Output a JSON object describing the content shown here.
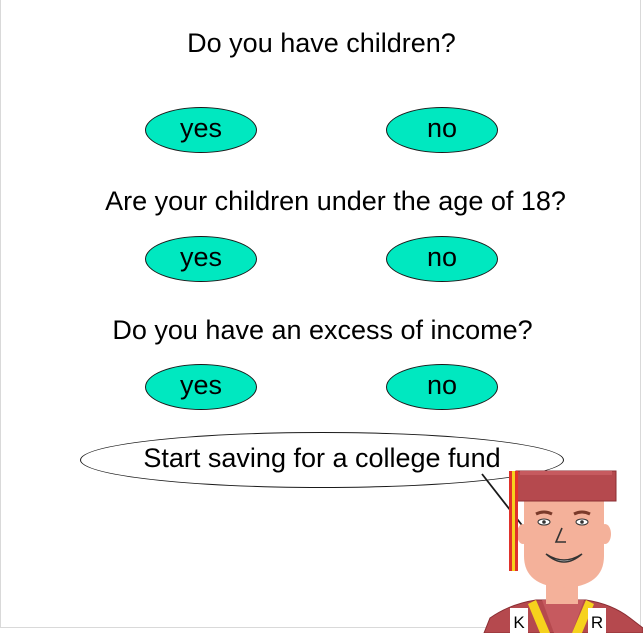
{
  "questions": [
    {
      "text": "Do you have children?",
      "yes_label": "yes",
      "no_label": "no"
    },
    {
      "text": "Are your children under the age of 18?",
      "yes_label": "yes",
      "no_label": "no"
    },
    {
      "text": "Do you have an excess of income?",
      "yes_label": "yes",
      "no_label": "no"
    }
  ],
  "result": {
    "text": "Start saving for a college fund"
  },
  "mascot": {
    "badge_left": "K",
    "badge_right": "R"
  },
  "colors": {
    "answer_fill": "#00e8c0",
    "outline": "#1a1a1a",
    "mascot_hat": "#b5494e",
    "mascot_skin": "#f4b19a",
    "mascot_tassel_red": "#e0322b",
    "mascot_tassel_yellow": "#f6d21d"
  }
}
